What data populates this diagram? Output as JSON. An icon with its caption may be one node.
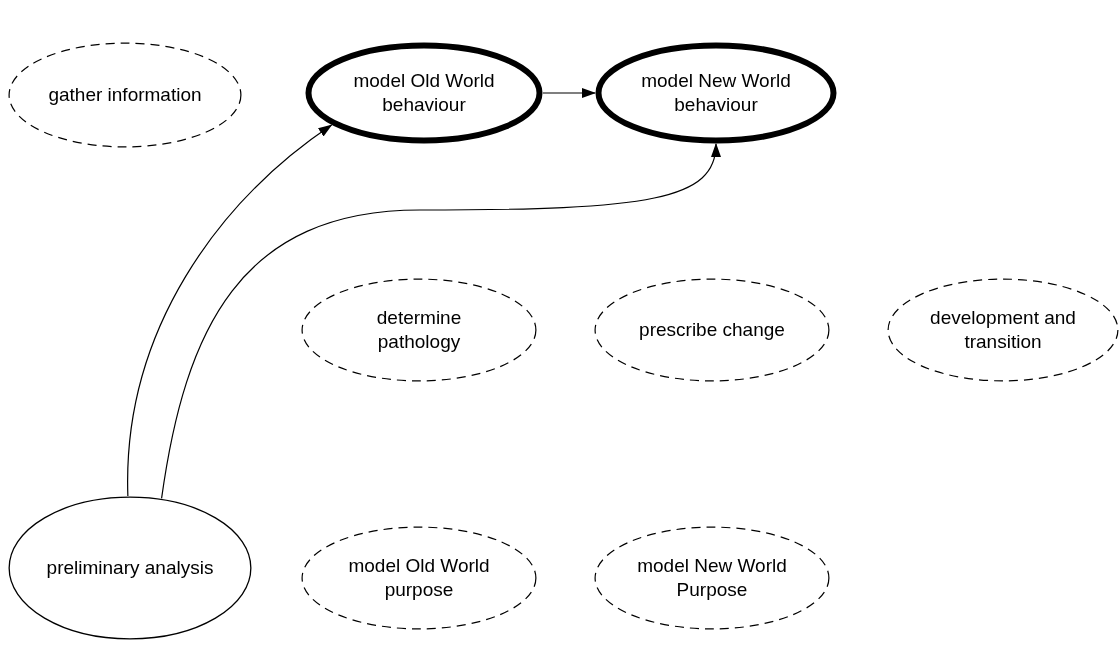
{
  "diagram": {
    "nodes": [
      {
        "text": [
          "gather information"
        ]
      },
      {
        "text": [
          "model Old World behaviour"
        ]
      },
      {
        "text": [
          "model New World behaviour"
        ]
      },
      {
        "text": [
          "determine pathology"
        ]
      },
      {
        "text": [
          "prescribe change"
        ]
      },
      {
        "text": [
          "development and transition"
        ]
      },
      {
        "text": [
          "preliminary analysis"
        ]
      },
      {
        "text": [
          "model Old World purpose"
        ]
      },
      {
        "text": [
          "model New World Purpose"
        ]
      }
    ],
    "edges": [
      {
        "from": 1,
        "to": 2,
        "arrow": "to"
      },
      {
        "from": 6,
        "to": 1,
        "arrow": "to"
      },
      {
        "from": 6,
        "to": 2,
        "arrow": "to"
      }
    ]
  }
}
